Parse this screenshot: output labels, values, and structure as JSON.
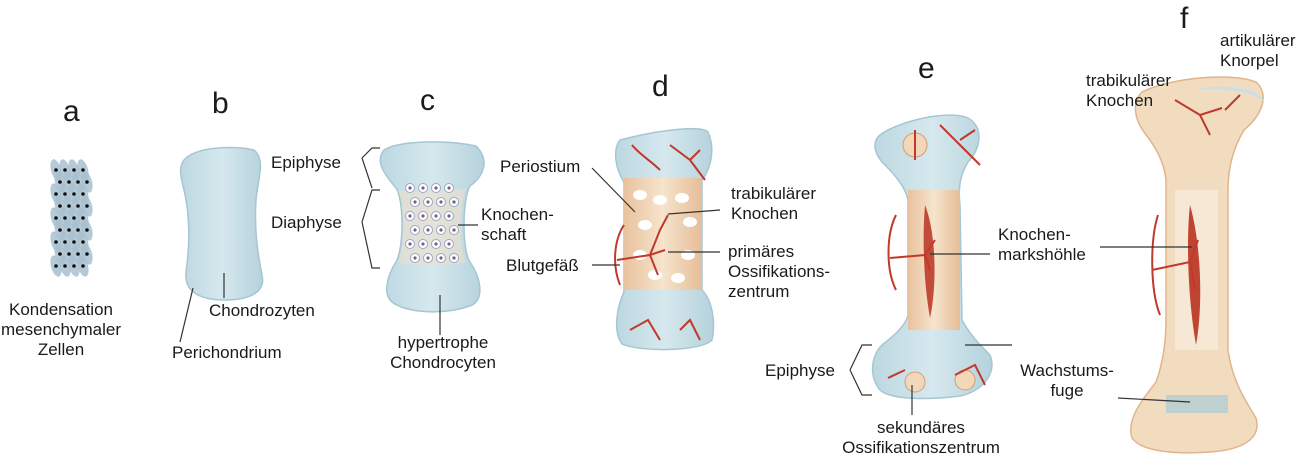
{
  "colors": {
    "cartilage": "#c9e0e8",
    "cartilage_dark": "#a9cbd7",
    "bone": "#f1d8b8",
    "bone_edge": "#e3b48e",
    "vessel": "#c0392b",
    "marrow": "#b8321f",
    "cell": "#9bb3c4"
  },
  "stages": [
    {
      "letter": "a"
    },
    {
      "letter": "b"
    },
    {
      "letter": "c"
    },
    {
      "letter": "d"
    },
    {
      "letter": "e"
    },
    {
      "letter": "f"
    }
  ],
  "labels": {
    "a_caption_1": "Kondensation",
    "a_caption_2": "mesenchymaler",
    "a_caption_3": "Zellen",
    "b_chondrozyten": "Chondrozyten",
    "b_perichondrium": "Perichondrium",
    "c_epiphyse": "Epiphyse",
    "c_diaphyse": "Diaphyse",
    "c_knochenschaft_1": "Knochen-",
    "c_knochenschaft_2": "schaft",
    "c_hypertrophe_1": "hypertrophe",
    "c_hypertrophe_2": "Chondrocyten",
    "d_periostium": "Periostium",
    "d_trabikulaer_1": "trabikulärer",
    "d_trabikulaer_2": "Knochen",
    "d_primaeres_1": "primäres",
    "d_primaeres_2": "Ossifikations-",
    "d_primaeres_3": "zentrum",
    "d_blutgefaess": "Blutgefäß",
    "e_knochenmark_1": "Knochen-",
    "e_knochenmark_2": "markshöhle",
    "e_epiphyse": "Epiphyse",
    "e_wachstum_1": "Wachstums-",
    "e_wachstum_2": "fuge",
    "e_sekundaer_1": "sekundäres",
    "e_sekundaer_2": "Ossifikationszentrum",
    "f_trabikulaer_1": "trabikulärer",
    "f_trabikulaer_2": "Knochen",
    "f_artikulaer_1": "artikulärer",
    "f_artikulaer_2": "Knorpel"
  }
}
